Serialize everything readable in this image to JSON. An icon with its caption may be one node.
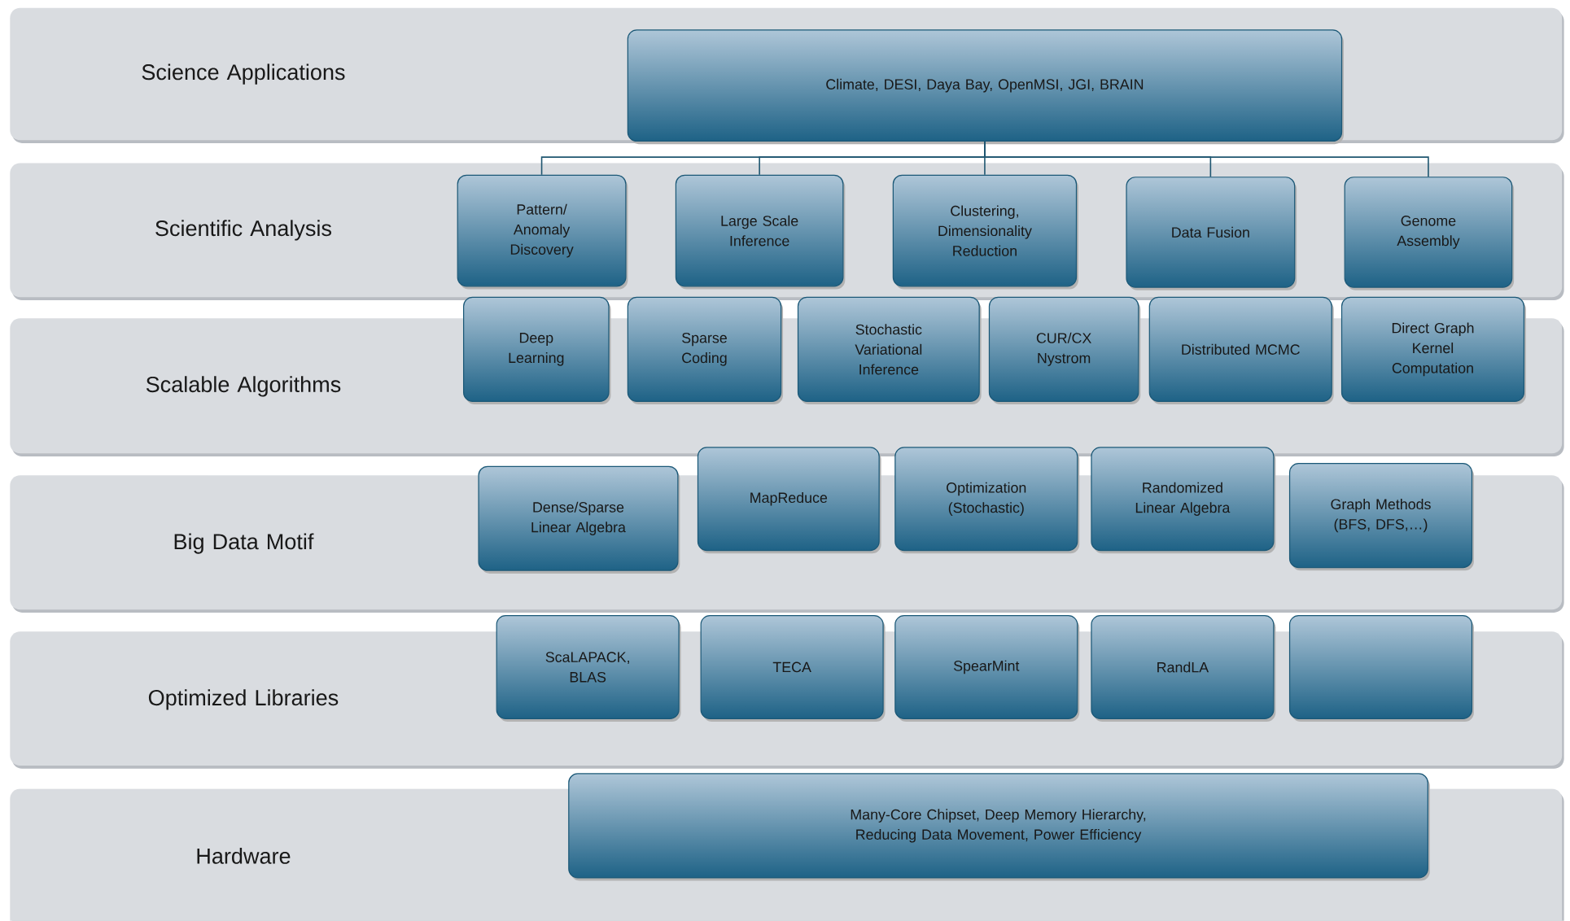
{
  "diagram": {
    "nodes": [
      {
        "text": [
          "Science Applications"
        ]
      },
      {
        "text": [
          "Climate, DESI, Daya Bay, OpenMSI, JGI, BRAIN"
        ],
        "in": 0
      },
      {
        "text": [
          "Scientific Analysis"
        ]
      },
      {
        "text": [
          "Pattern/ Anomaly Discovery"
        ],
        "in": 2
      },
      {
        "text": [
          "Large Scale Inference"
        ],
        "in": 2
      },
      {
        "text": [
          "Clustering, Dimensionality Reduction"
        ],
        "in": 2
      },
      {
        "text": [
          "Data Fusion"
        ],
        "in": 2
      },
      {
        "text": [
          "Genome Assembly"
        ],
        "in": 2
      },
      {
        "text": [
          "Scalable Algorithms"
        ]
      },
      {
        "text": [
          "Deep Learning"
        ]
      },
      {
        "text": [
          "Sparse Coding"
        ]
      },
      {
        "text": [
          "Stochastic Variational Inference"
        ]
      },
      {
        "text": [
          "CUR/CX Nystrom"
        ]
      },
      {
        "text": [
          "Distributed MCMC"
        ]
      },
      {
        "text": [
          "Direct Graph Kernel Computation"
        ]
      },
      {
        "text": [
          "Big Data Motif"
        ]
      },
      {
        "text": [
          "Dense/Sparse Linear Algebra"
        ]
      },
      {
        "text": [
          "MapReduce"
        ]
      },
      {
        "text": [
          "Optimization (Stochastic)"
        ]
      },
      {
        "text": [
          "Randomized Linear Algebra"
        ]
      },
      {
        "text": [
          "Graph Methods (BFS, DFS,…)"
        ]
      },
      {
        "text": [
          "Optimized Libraries"
        ]
      },
      {
        "text": [
          "ScaLAPACK, BLAS"
        ]
      },
      {
        "text": [
          "TECA"
        ]
      },
      {
        "text": [
          "SpearMint"
        ]
      },
      {
        "text": [
          "RandLA"
        ]
      },
      {
        "text": [],
        "shape": "box"
      },
      {
        "text": [
          "Hardware"
        ]
      },
      {
        "text": [
          "Many-Core Chipset, Deep Memory Hierarchy, Reducing Data Movement, Power Efficiency"
        ]
      }
    ],
    "edges": [
      {
        "from": 1,
        "to": 3,
        "arrow": "none"
      },
      {
        "from": 1,
        "to": 4,
        "arrow": "none"
      },
      {
        "from": 1,
        "to": 5,
        "arrow": "none"
      },
      {
        "from": 1,
        "to": 6,
        "arrow": "none"
      },
      {
        "from": 1,
        "to": 7,
        "arrow": "none"
      }
    ]
  }
}
